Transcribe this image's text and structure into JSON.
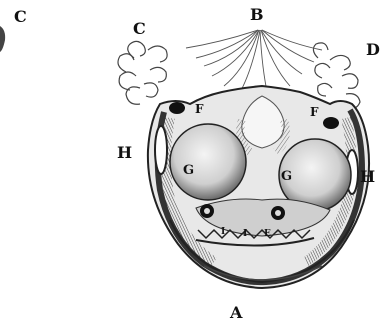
{
  "plate": {
    "labels": {
      "c_edge": "C",
      "c": "C",
      "b": "B",
      "d": "D",
      "f_left": "F",
      "f_right": "F",
      "h_left": "H",
      "h_right": "H",
      "g_left": "G",
      "g_right": "G",
      "i_one": "I",
      "i_two": "I",
      "e": "E",
      "a": "A"
    }
  }
}
